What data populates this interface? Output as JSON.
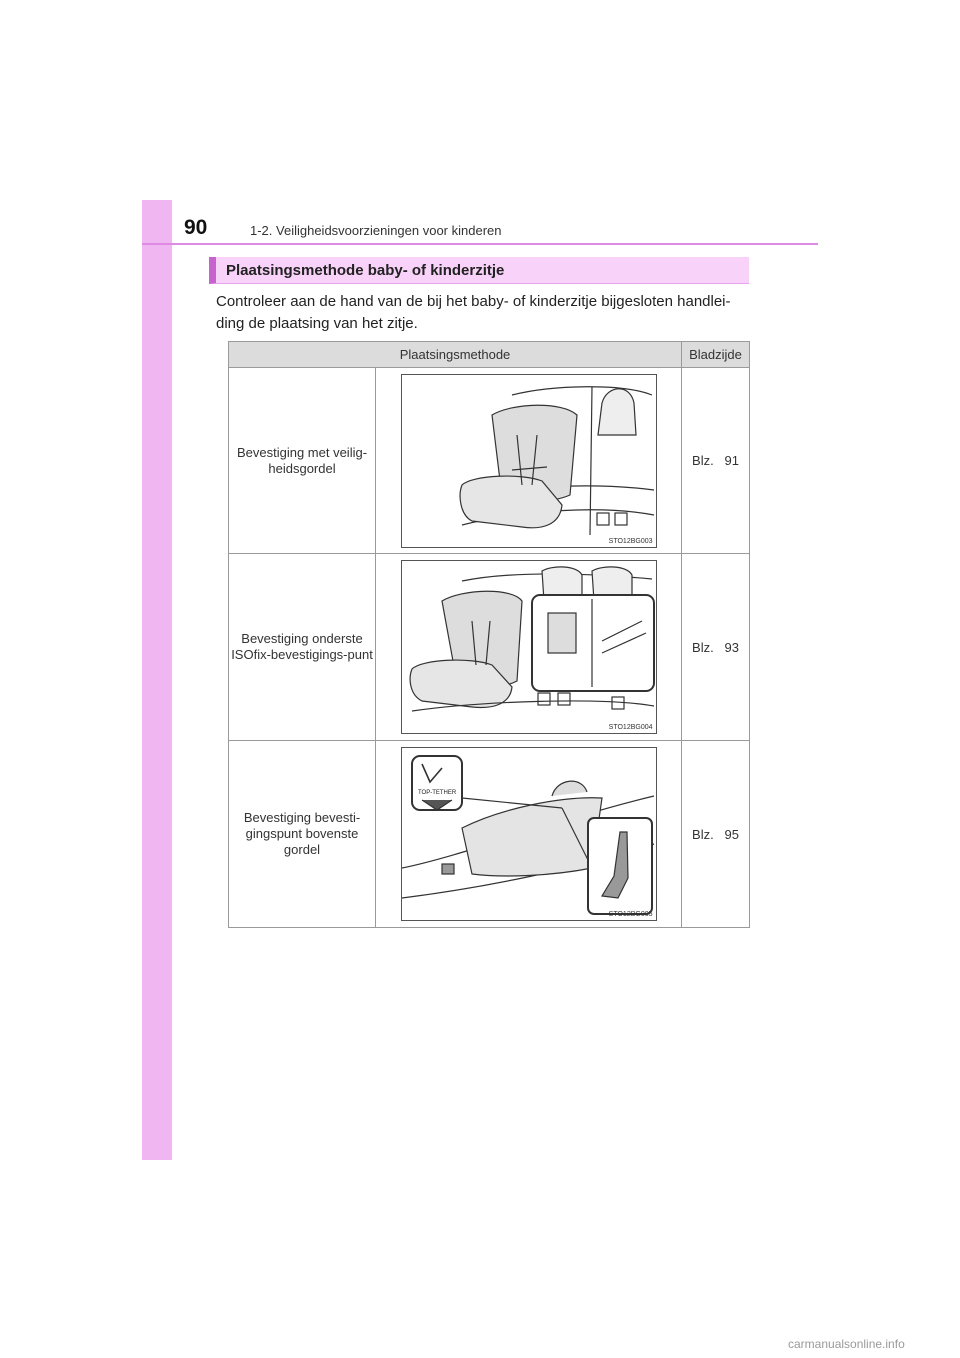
{
  "page": {
    "number": "90",
    "section": "1-2. Veiligheidsvoorzieningen voor kinderen",
    "title": "Plaatsingsmethode baby- of kinderzitje",
    "intro": "Controleer aan de hand van de bij het baby- of kinderzitje bijgesloten handlei- ding de plaatsing van het zitje."
  },
  "table": {
    "headers": [
      "Plaatsingsmethode",
      "Bladzijde"
    ],
    "rows": [
      {
        "label": "Bevestiging met veilig-heidsgordel",
        "page": "Blz.   91",
        "image_code": "STO12BG003",
        "image_icon": "seatbelt-child-seat-illustration"
      },
      {
        "label": "Bevestiging onderste ISOfix-bevestigings-punt",
        "page": "Blz.   93",
        "image_code": "STO12BG004",
        "image_icon": "isofix-child-seat-illustration"
      },
      {
        "label": "Bevestiging bevesti-gingspunt bovenste gordel",
        "page": "Blz.   95",
        "image_code": "STO12BG005",
        "image_icon": "top-tether-illustration",
        "badge_text": "TOP-TETHER"
      }
    ]
  },
  "watermark": "carmanualsonline.info",
  "colors": {
    "band": "#f0b6f2",
    "title_bar": "#f8d2f9",
    "title_accent": "#c763cc",
    "rule": "#e08ae4"
  }
}
